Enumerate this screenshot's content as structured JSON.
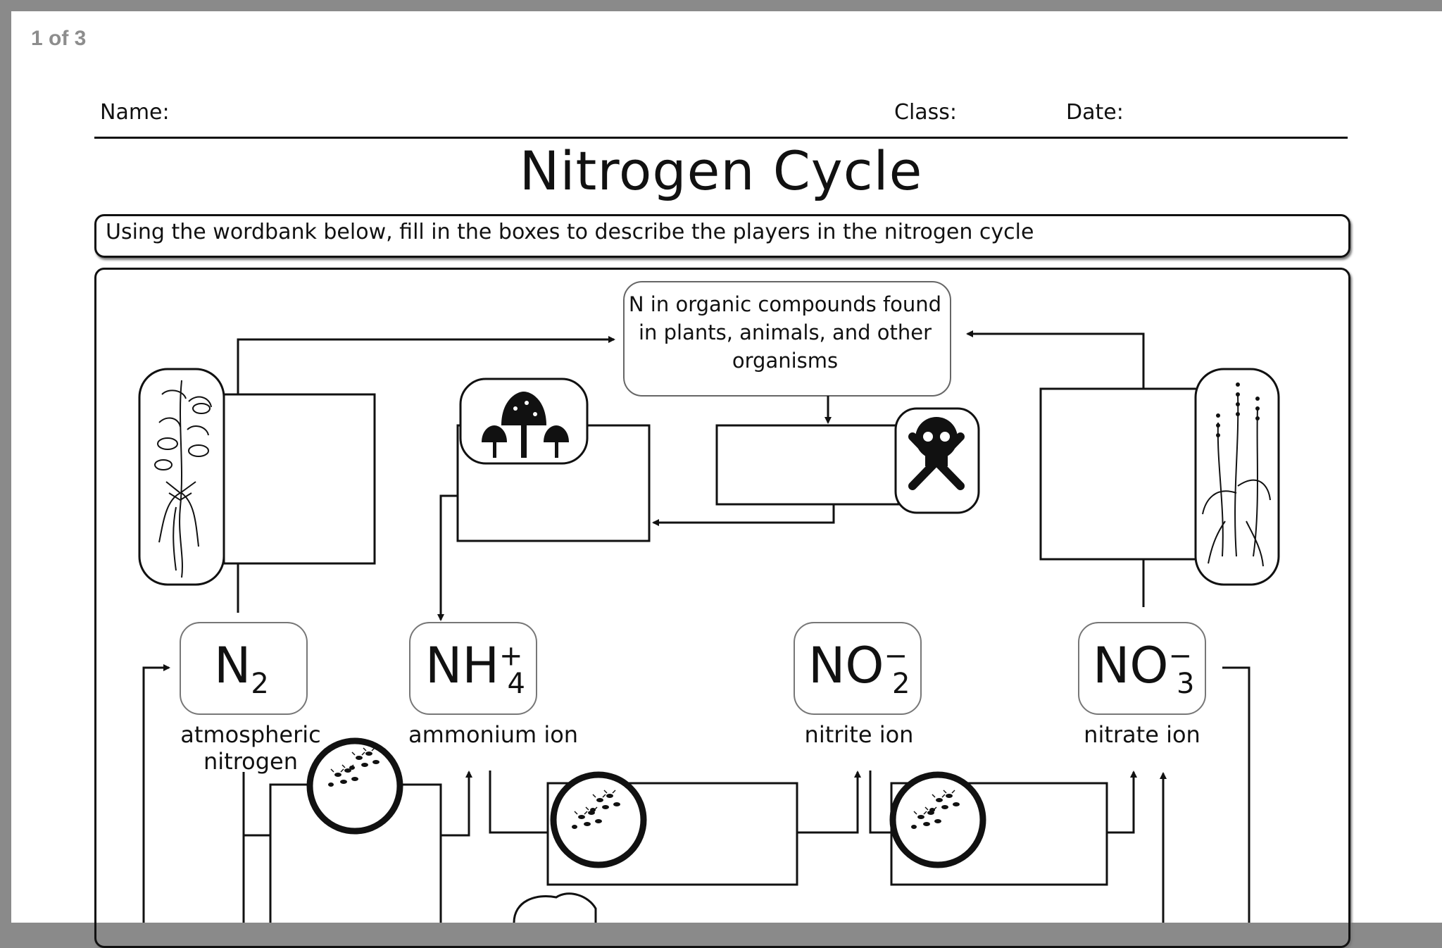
{
  "viewer": {
    "page_counter": "1 of 3"
  },
  "header": {
    "name_label": "Name:",
    "class_label": "Class:",
    "date_label": "Date:"
  },
  "title": "Nitrogen Cycle",
  "instructions": "Using the wordbank below, fill in the boxes to describe the players in the nitrogen cycle",
  "organic_box": "N in organic compounds found in plants, animals, and other organisms",
  "ions": {
    "n2": {
      "base": "N",
      "sub": "2",
      "label_line1": "atmospheric",
      "label_line2": "nitrogen"
    },
    "nh4": {
      "base": "NH",
      "sup": "+",
      "sub": "4",
      "label": "ammonium ion"
    },
    "no2": {
      "base": "NO",
      "sup": "−",
      "sub": "2",
      "label": "nitrite ion"
    },
    "no3": {
      "base": "NO",
      "sup": "−",
      "sub": "3",
      "label": "nitrate ion"
    }
  },
  "icons": [
    "legume-plant-icon",
    "mushroom-icon",
    "skull-crossbones-icon",
    "flowering-plant-icon",
    "bacteria-icon",
    "lightning-cloud-icon"
  ]
}
